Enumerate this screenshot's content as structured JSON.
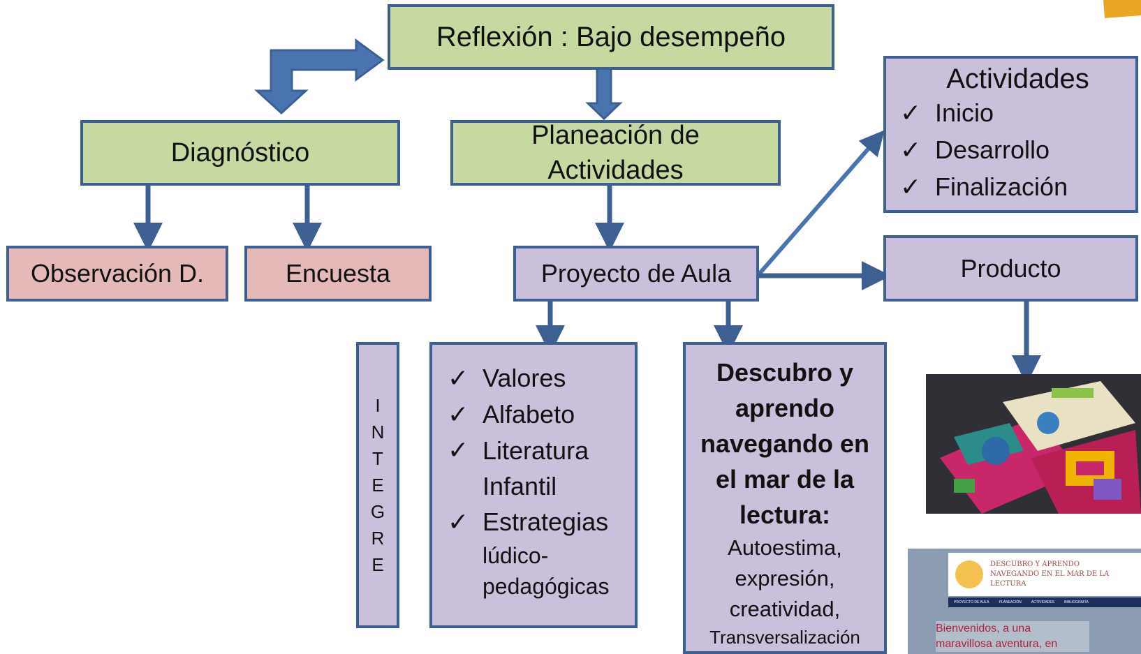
{
  "top_box": "Reflexión : Bajo desempeño",
  "diagnostico": "Diagnóstico",
  "planeacion": "Planeación de Actividades",
  "observacion": "Observación D.",
  "encuesta": "Encuesta",
  "proyecto": "Proyecto de Aula",
  "actividades": {
    "title": "Actividades",
    "items": [
      "Inicio",
      "Desarrollo",
      "Finalización"
    ]
  },
  "producto": "Producto",
  "integre_letters": [
    "I",
    "N",
    "T",
    "E",
    "G",
    "R",
    "E"
  ],
  "contenidos": {
    "items": [
      "Valores",
      "Alfabeto",
      "Literatura Infantil",
      "Estrategias"
    ],
    "sub": "lúdico-pedagógicas"
  },
  "proyecto_nombre": {
    "title": "Descubro y aprendo navegando en el mar de la lectura:",
    "body": "Autoestima, expresión, creatividad,",
    "last": "Transversalización"
  },
  "check_glyph": "✓",
  "website": {
    "header": "DESCUBRO Y APRENDO NAVEGANDO EN EL MAR DE LA LECTURA",
    "nav": [
      "PROYECTO DE AULA",
      "PLANEACIÓN",
      "ACTIVIDADES",
      "BIBLIOGRAFÍA"
    ],
    "welcome": "Bienvenidos, a una maravillosa aventura, en"
  },
  "colors": {
    "green": "#c5d9a1",
    "pink": "#e6b9b9",
    "lavender": "#cbc0dc",
    "border": "#3d5f91",
    "arrow": "#4a74b0"
  }
}
